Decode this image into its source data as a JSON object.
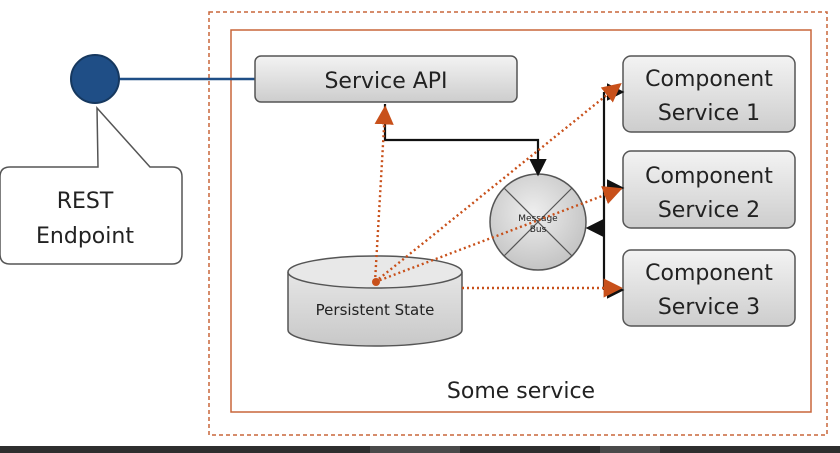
{
  "diagram": {
    "outer_label": "Some service",
    "rest_endpoint": [
      "REST",
      "Endpoint"
    ],
    "service_api": "Service API",
    "persistent_state": "Persistent State",
    "message_bus": [
      "Message",
      "Bus"
    ],
    "components": [
      {
        "line1": "Component",
        "line2": "Service 1"
      },
      {
        "line1": "Component",
        "line2": "Service 2"
      },
      {
        "line1": "Component",
        "line2": "Service 3"
      }
    ],
    "colors": {
      "dotted_border": "#c8663a",
      "inner_border": "#c8663a",
      "endpoint_node": "#1f4e86",
      "endpoint_line": "#1f4e86",
      "dotted_arrows": "#c8501a",
      "box_fill_top": "#f2f2f2",
      "box_fill_bottom": "#cfcfcf",
      "box_stroke": "#555555"
    }
  }
}
